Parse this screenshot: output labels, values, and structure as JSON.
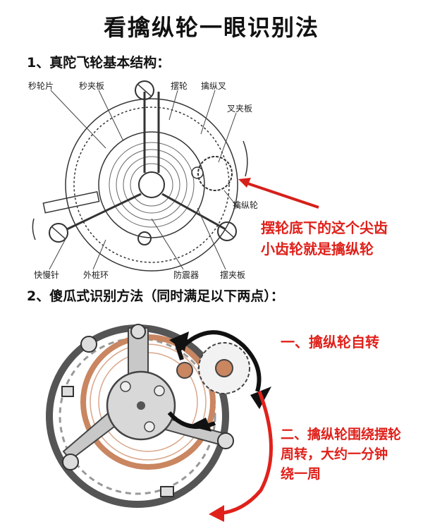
{
  "title": "看擒纵轮一眼识别法",
  "section1": {
    "heading": "1、真陀飞轮基本结构："
  },
  "section2": {
    "heading": "2、傻瓜式识别方法（同时满足以下两点）："
  },
  "labels": {
    "seconds_wheel": "秒轮片",
    "seconds_plate": "秒夹板",
    "balance": "摆轮",
    "pallet_fork": "擒纵叉",
    "fork_plate": "叉夹板",
    "escape_wheel": "擒纵轮",
    "regulator": "快慢针",
    "stud_ring": "外桩环",
    "shock_absorber": "防震器",
    "balance_plate": "摆夹板"
  },
  "notes": {
    "note1_line1": "摆轮底下的这个尖齿",
    "note1_line2": "小齿轮就是擒纵轮",
    "point1": "一、擒纵轮自转",
    "point2_line1": "二、擒纵轮围绕摆轮",
    "point2_line2": "周转，大约一分钟",
    "point2_line3": "绕一周"
  },
  "colors": {
    "accent": "#e0211b",
    "ink": "#222222"
  }
}
